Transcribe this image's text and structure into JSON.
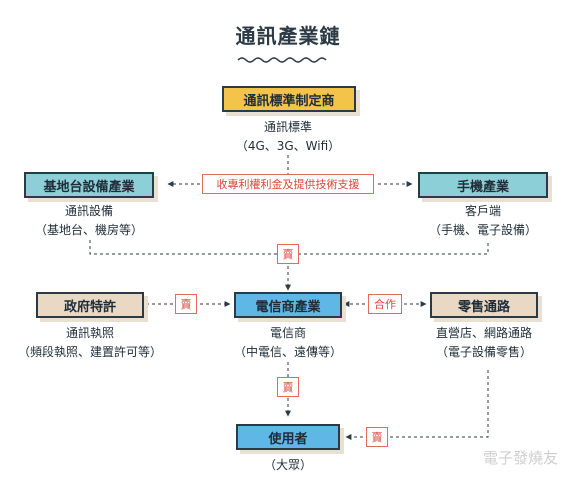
{
  "title": "通訊產業鏈",
  "nodes": {
    "standards": {
      "label": "通訊標準制定商",
      "desc_line1": "通訊標準",
      "desc_line2": "（4G、3G、Wifi）"
    },
    "base_station": {
      "label": "基地台設備產業",
      "desc_line1": "通訊設備",
      "desc_line2": "（基地台、機房等）"
    },
    "handset": {
      "label": "手機產業",
      "desc_line1": "客戶端",
      "desc_line2": "（手機、電子設備）"
    },
    "government": {
      "label": "政府特許",
      "desc_line1": "通訊執照",
      "desc_line2": "（頻段執照、建置許可等）"
    },
    "telecom": {
      "label": "電信商產業",
      "desc_line1": "電信商",
      "desc_line2": "（中電信、遠傳等）"
    },
    "retail": {
      "label": "零售通路",
      "desc_line1": "直營店、網路通路",
      "desc_line2": "（電子設備零售）"
    },
    "users": {
      "label": "使用者",
      "desc_line1": "（大眾）"
    }
  },
  "relations": {
    "royalty": "收專利權利金及提供技術支援",
    "sell_top": "賣",
    "sell_gov": "賣",
    "cooperate": "合作",
    "sell_down": "賣",
    "sell_user": "賣"
  },
  "watermark": "電子發燒友"
}
